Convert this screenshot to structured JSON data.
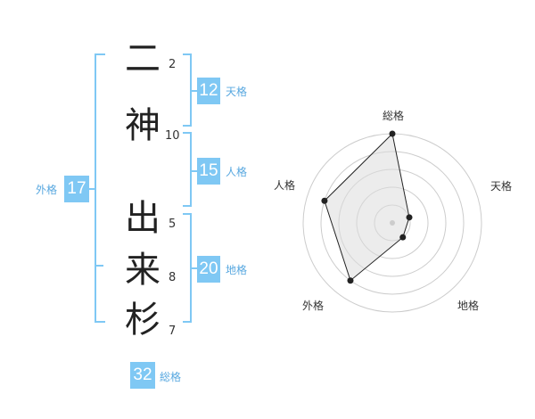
{
  "name": {
    "chars": [
      {
        "char": "二",
        "strokes": "2"
      },
      {
        "char": "神",
        "strokes": "10"
      },
      {
        "char": "出",
        "strokes": "5"
      },
      {
        "char": "来",
        "strokes": "8"
      },
      {
        "char": "杉",
        "strokes": "7"
      }
    ]
  },
  "kakusu": {
    "tenkaku": {
      "value": "12",
      "label": "天格"
    },
    "jinkaku": {
      "value": "15",
      "label": "人格"
    },
    "chikaku": {
      "value": "20",
      "label": "地格"
    },
    "gaikaku": {
      "value": "17",
      "label": "外格"
    },
    "soukaku": {
      "value": "32",
      "label": "総格"
    }
  },
  "chart_data": {
    "type": "radar",
    "categories": [
      "総格",
      "天格",
      "地格",
      "外格",
      "人格"
    ],
    "values": [
      5,
      1,
      1,
      4,
      4
    ],
    "rmax": 5,
    "rings": 5,
    "colors": {
      "fill": "#eeeeee",
      "line": "#222222",
      "grid": "#cccccc",
      "accent": "#7fc8f4"
    }
  }
}
